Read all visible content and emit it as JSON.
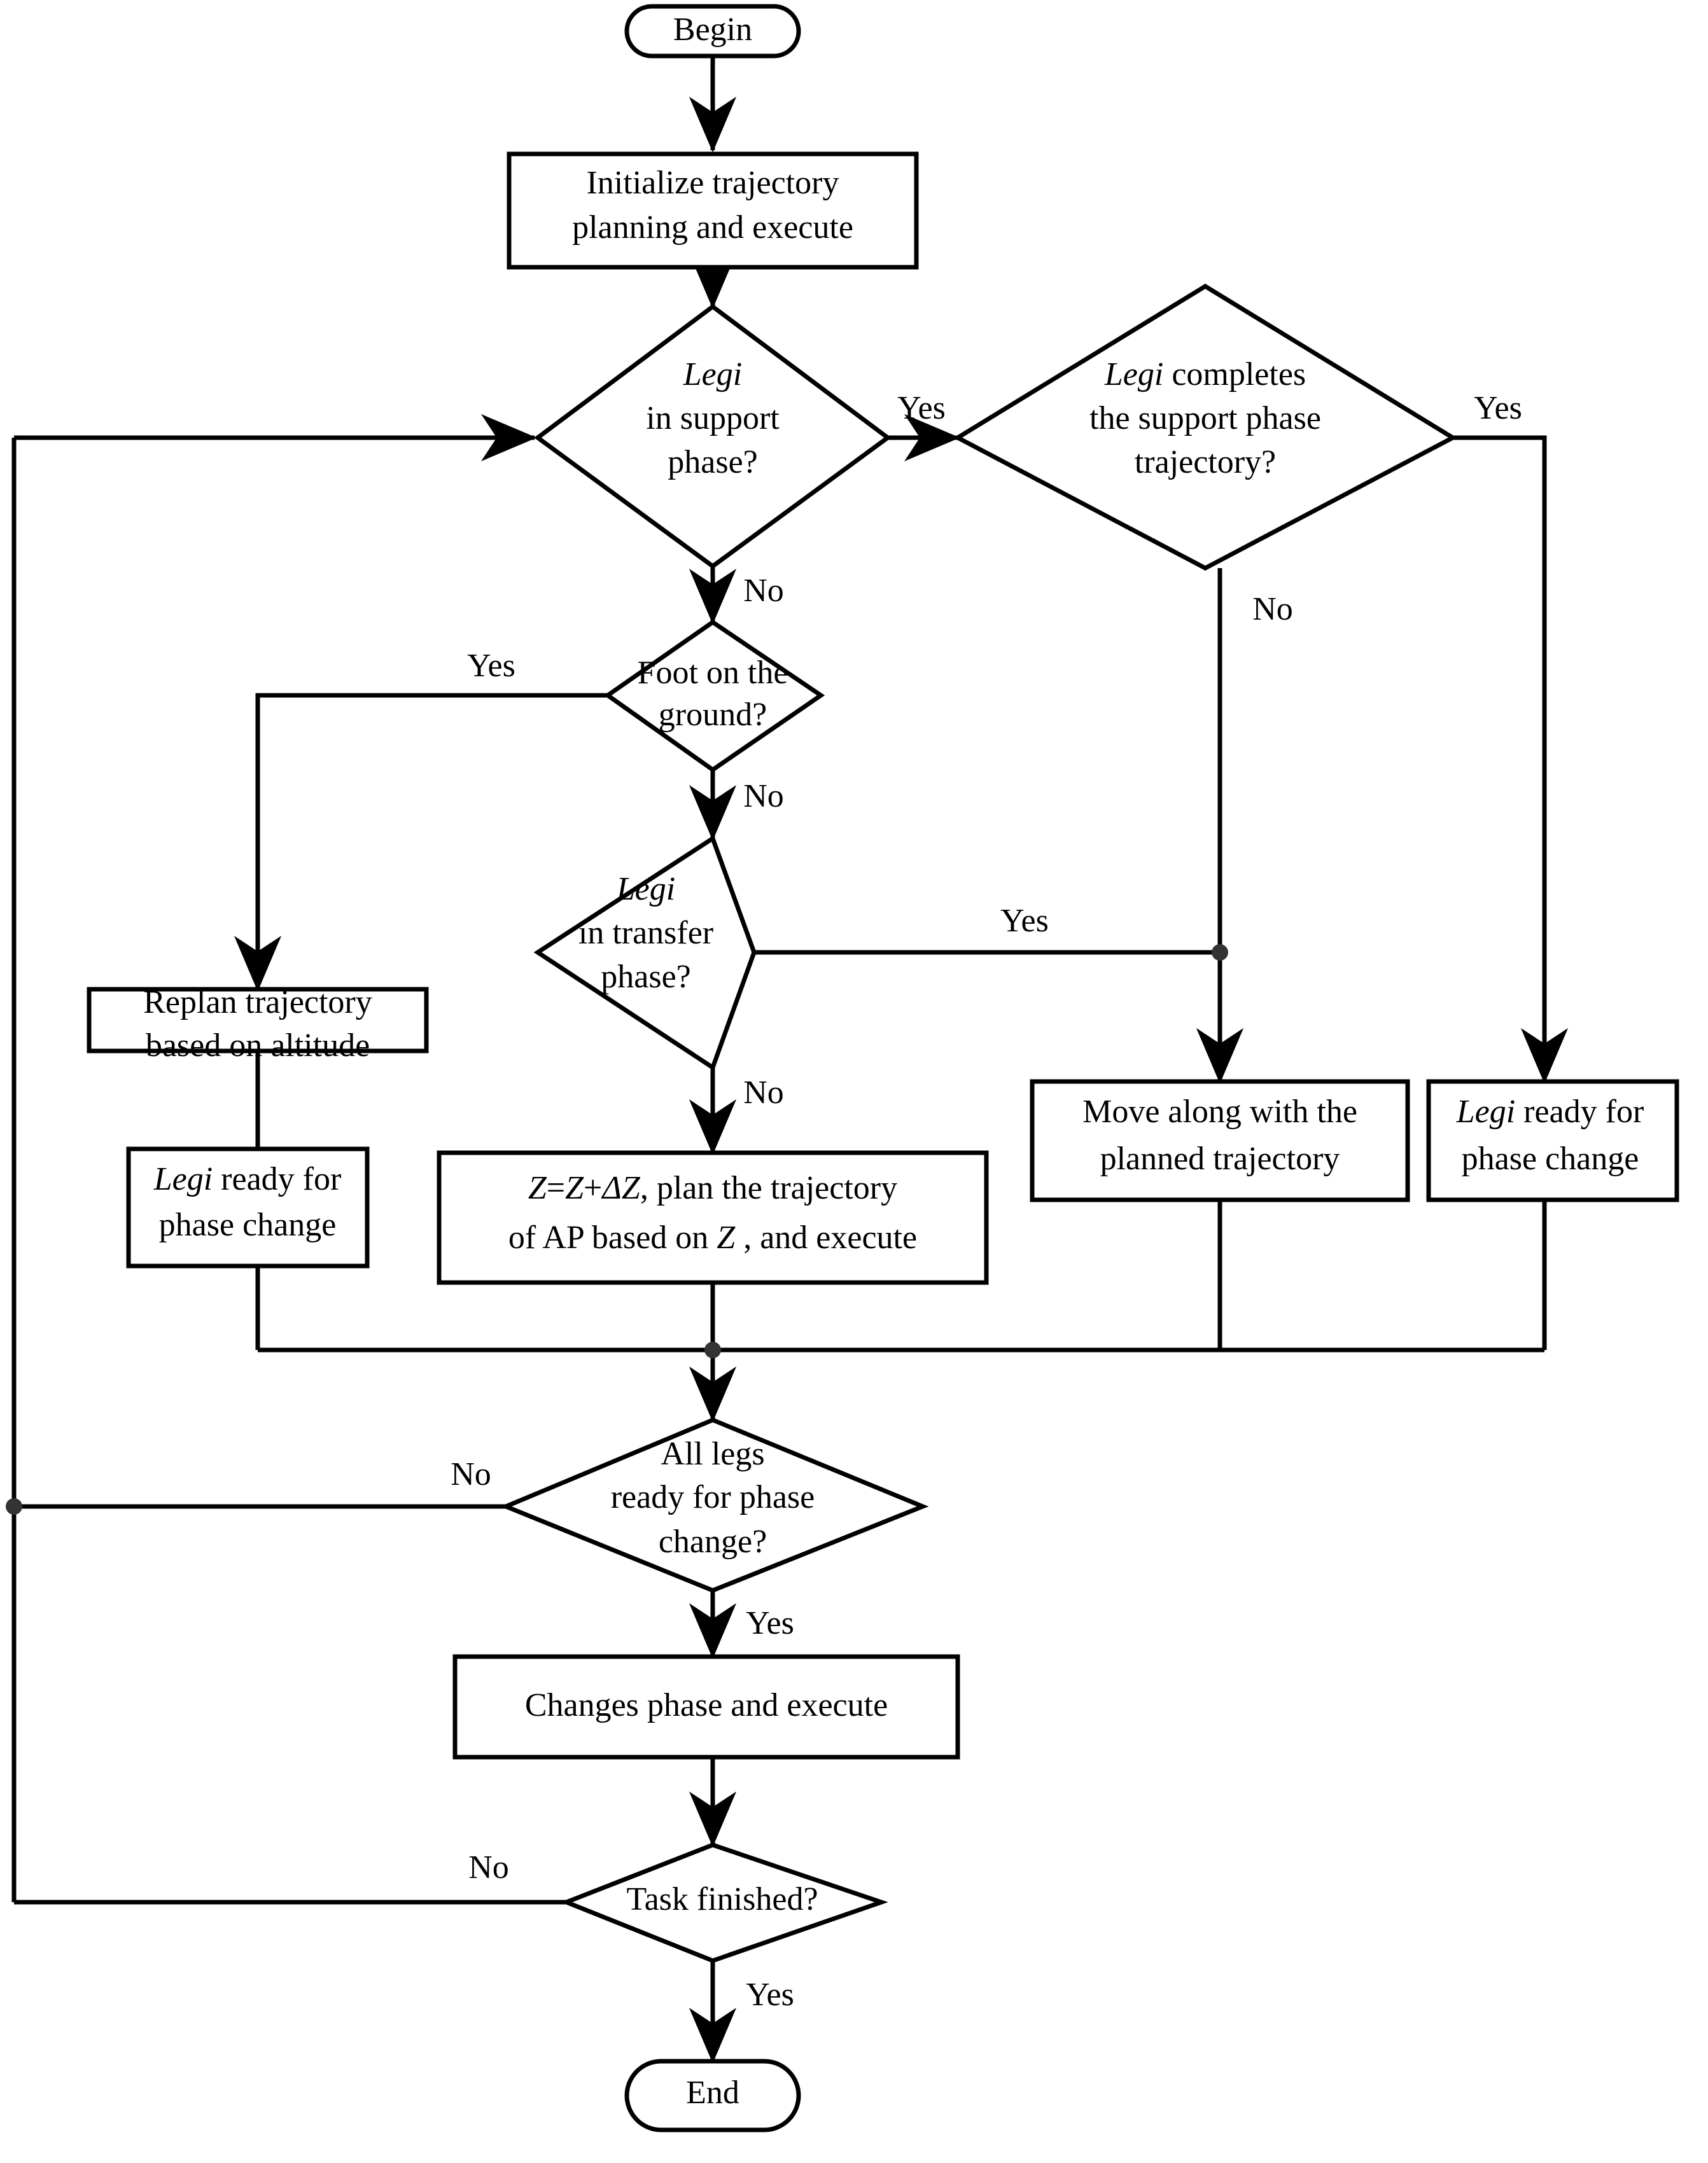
{
  "diagram": {
    "title": "Leg trajectory planning and phase change control flowchart",
    "colors": {
      "line": "#000000",
      "text": "#000000",
      "background": "#ffffff",
      "junction": "#333333"
    },
    "nodes": [
      {
        "id": "begin",
        "type": "terminator",
        "lines": [
          "Begin"
        ]
      },
      {
        "id": "init",
        "type": "process",
        "lines": [
          "Initialize trajectory",
          "planning and execute"
        ]
      },
      {
        "id": "d_support",
        "type": "decision",
        "lines": [
          "Legi",
          "in support",
          "phase?"
        ],
        "italic_first_word": true
      },
      {
        "id": "d_complete",
        "type": "decision",
        "lines": [
          "Legi completes",
          "the support phase",
          "trajectory?"
        ],
        "italic_first_word": true
      },
      {
        "id": "d_foot",
        "type": "decision",
        "lines": [
          "Foot on the",
          "ground?"
        ]
      },
      {
        "id": "d_transfer",
        "type": "decision",
        "lines": [
          "Legi",
          "in transfer",
          "phase?"
        ],
        "italic_first_word": true
      },
      {
        "id": "replan",
        "type": "process",
        "lines": [
          "Replan trajectory",
          "based on altitude"
        ]
      },
      {
        "id": "ready_left",
        "type": "process",
        "lines": [
          "Legi ready for",
          "phase change"
        ],
        "italic_first_word": true
      },
      {
        "id": "zstep",
        "type": "process",
        "lines": [
          "Z=Z+ΔZ, plan the trajectory",
          "of AP based on Z , and execute"
        ]
      },
      {
        "id": "move",
        "type": "process",
        "lines": [
          "Move along with the",
          "planned trajectory"
        ]
      },
      {
        "id": "ready_right",
        "type": "process",
        "lines": [
          "Legi ready for",
          "phase change"
        ],
        "italic_first_word": true
      },
      {
        "id": "d_alllegs",
        "type": "decision",
        "lines": [
          "All legs",
          "ready for phase",
          "change?"
        ]
      },
      {
        "id": "changes",
        "type": "process",
        "lines": [
          "Changes phase and execute"
        ]
      },
      {
        "id": "d_task",
        "type": "decision",
        "lines": [
          "Task finished?"
        ]
      },
      {
        "id": "end",
        "type": "terminator",
        "lines": [
          "End"
        ]
      }
    ],
    "edge_labels": {
      "support_yes": "Yes",
      "support_no": "No",
      "complete_yes": "Yes",
      "complete_no": "No",
      "foot_yes": "Yes",
      "foot_no": "No",
      "transfer_yes": "Yes",
      "transfer_no": "No",
      "alllegs_no": "No",
      "alllegs_yes": "Yes",
      "task_no": "No",
      "task_yes": "Yes"
    },
    "text": {
      "begin": "Begin",
      "init_l1": "Initialize trajectory",
      "init_l2": "planning and execute",
      "support_l1": "Legi",
      "support_l2": "in support",
      "support_l3": "phase?",
      "complete_l1a": "Legi",
      "complete_l1b": " completes",
      "complete_l2": "the support phase",
      "complete_l3": "trajectory?",
      "foot_l1": "Foot on the",
      "foot_l2": "ground?",
      "transfer_l1": "Legi",
      "transfer_l2": "in transfer",
      "transfer_l3": "phase?",
      "replan_l1": "Replan trajectory",
      "replan_l2": "based on altitude",
      "readyleft_l1a": "Legi",
      "readyleft_l1b": " ready for",
      "readyleft_l2": "phase change",
      "zstep_l1a": "Z",
      "zstep_l1b": "=",
      "zstep_l1c": "Z",
      "zstep_l1d": "+",
      "zstep_l1e": "ΔZ",
      "zstep_l1f": ", plan the trajectory",
      "zstep_l2a": "of AP based on ",
      "zstep_l2b": "Z",
      "zstep_l2c": " , and execute",
      "move_l1": "Move along with the",
      "move_l2": "planned trajectory",
      "readyright_l1a": "Legi",
      "readyright_l1b": " ready for",
      "readyright_l2": "phase change",
      "alllegs_l1": "All legs",
      "alllegs_l2": "ready for phase",
      "alllegs_l3": "change?",
      "changes_l1": "Changes phase and execute",
      "task_l1": "Task finished?",
      "end": "End"
    }
  }
}
